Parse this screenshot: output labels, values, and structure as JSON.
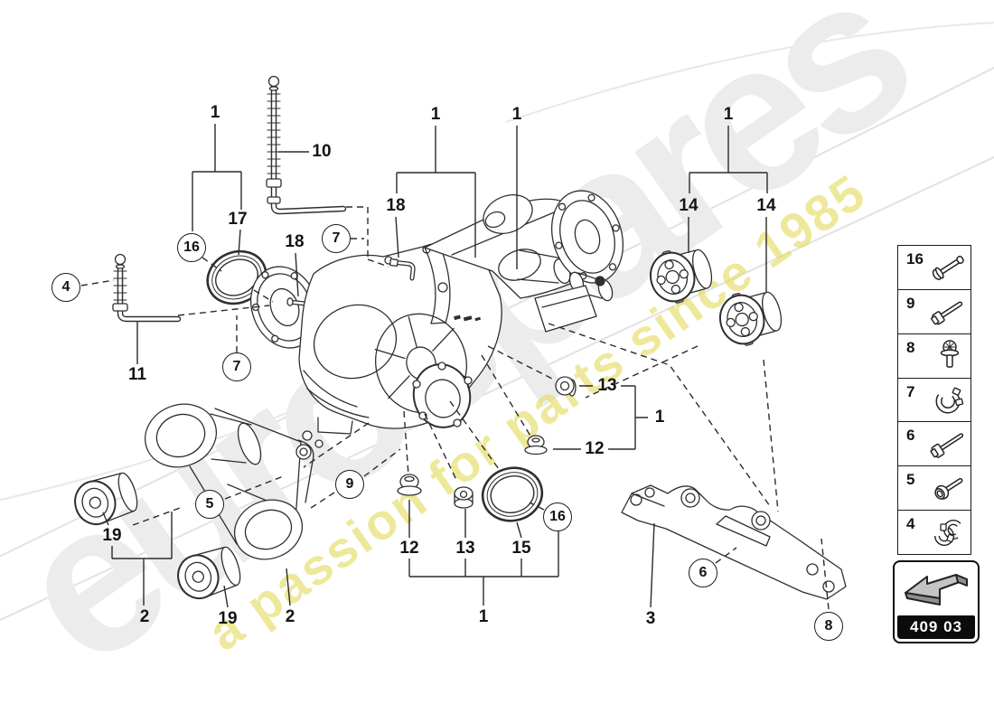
{
  "watermark": {
    "brand": "eurospares",
    "tagline": "a passion for parts since 1985",
    "brand_color": "#ececec",
    "tagline_color": "#e3da5a"
  },
  "part_code": {
    "value": "409 03"
  },
  "callouts": {
    "plain": [
      {
        "label": "1"
      },
      {
        "label": "10"
      },
      {
        "label": "1"
      },
      {
        "label": "1"
      },
      {
        "label": "1"
      },
      {
        "label": "17"
      },
      {
        "label": "18"
      },
      {
        "label": "18"
      },
      {
        "label": "14"
      },
      {
        "label": "14"
      },
      {
        "label": "11"
      },
      {
        "label": "13"
      },
      {
        "label": "1"
      },
      {
        "label": "12"
      },
      {
        "label": "19"
      },
      {
        "label": "2"
      },
      {
        "label": "19"
      },
      {
        "label": "2"
      },
      {
        "label": "12"
      },
      {
        "label": "13"
      },
      {
        "label": "15"
      },
      {
        "label": "1"
      },
      {
        "label": "3"
      }
    ],
    "circled": [
      {
        "label": "16"
      },
      {
        "label": "7"
      },
      {
        "label": "4"
      },
      {
        "label": "7"
      },
      {
        "label": "5"
      },
      {
        "label": "9"
      },
      {
        "label": "16"
      },
      {
        "label": "6"
      },
      {
        "label": "8"
      }
    ]
  },
  "sidebar": {
    "rows": [
      {
        "ref": "16",
        "icon": "stud-bolt-icon"
      },
      {
        "ref": "9",
        "icon": "hex-bolt-icon"
      },
      {
        "ref": "8",
        "icon": "washer-screw-icon"
      },
      {
        "ref": "7",
        "icon": "hose-clamp-icon"
      },
      {
        "ref": "6",
        "icon": "hex-bolt-long-icon"
      },
      {
        "ref": "5",
        "icon": "flange-bolt-icon"
      },
      {
        "ref": "4",
        "icon": "spring-clamp-icon"
      }
    ]
  }
}
